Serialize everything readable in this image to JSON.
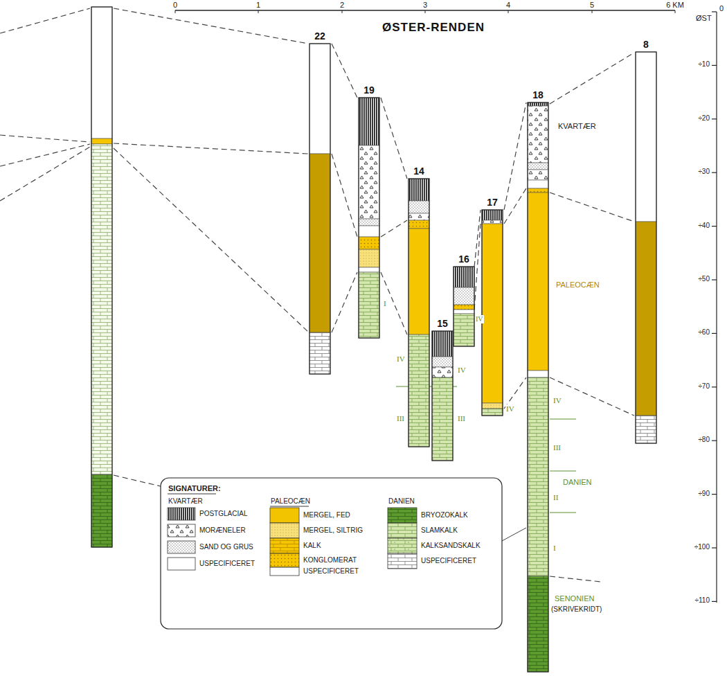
{
  "diagram": {
    "title": "ØSTER-RENDEN",
    "nodes": [
      {
        "text": [
          "22"
        ]
      },
      {
        "text": [
          "19"
        ]
      },
      {
        "text": [
          "14"
        ]
      },
      {
        "text": [
          "15"
        ]
      },
      {
        "text": [
          "16"
        ]
      },
      {
        "text": [
          "17"
        ]
      },
      {
        "text": [
          "18"
        ]
      },
      {
        "text": [
          "8"
        ]
      }
    ],
    "labels": [
      "0",
      "1",
      "2",
      "3",
      "4",
      "5",
      "6 KM",
      "0",
      "ØST",
      "÷10",
      "÷20",
      "÷30",
      "÷40",
      "÷50",
      "÷60",
      "÷70",
      "÷80",
      "÷90",
      "÷100",
      "÷110",
      "KVARTÆR",
      "PALEOCÆN",
      "DANIEN",
      "SENONIEN",
      "(SKRIVEKRIDT)",
      "I",
      "IV",
      "III",
      "IV",
      "III",
      "IV",
      "IV",
      "IV",
      "III",
      "II",
      "I",
      "SIGNATURER:",
      "KVARTÆR",
      "PALEOCÆN",
      "DANIEN"
    ],
    "legend": [
      {
        "text": "POSTGLACIAL"
      },
      {
        "text": "MORÆNELER"
      },
      {
        "text": "SAND OG GRUS"
      },
      {
        "text": "USPECIFICERET",
        "color": "#ffffff"
      },
      {
        "text": "MERGEL, FED",
        "color": "#f2c400"
      },
      {
        "text": "MERGEL, SILTRIG"
      },
      {
        "text": "KALK"
      },
      {
        "text": "KONGLOMERAT"
      },
      {
        "text": "USPECIFICERET",
        "color": "#ffffff"
      },
      {
        "text": "BRYOZOKALK"
      },
      {
        "text": "SLAMKALK"
      },
      {
        "text": "KALKSANDSKALK"
      },
      {
        "text": "USPECIFICERET"
      }
    ]
  }
}
